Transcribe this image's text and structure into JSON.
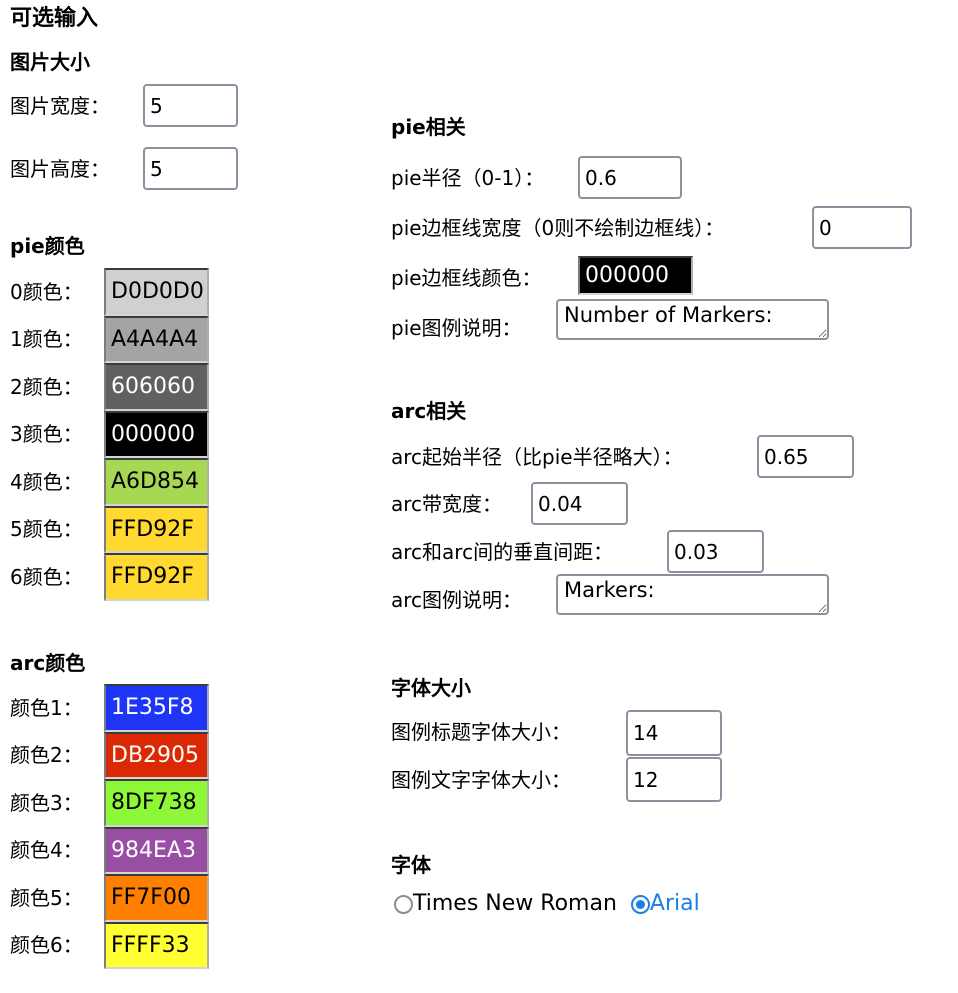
{
  "page": {
    "title": "可选输入"
  },
  "image_size": {
    "heading": "图片大小",
    "width": {
      "label": "图片宽度：",
      "value": "5"
    },
    "height": {
      "label": "图片高度：",
      "value": "5"
    }
  },
  "pie_colors": {
    "heading": "pie颜色",
    "items": [
      {
        "label": "0颜色：",
        "value": "D0D0D0",
        "bg": "#D0D0D0",
        "fg": "#000000"
      },
      {
        "label": "1颜色：",
        "value": "A4A4A4",
        "bg": "#A4A4A4",
        "fg": "#000000"
      },
      {
        "label": "2颜色：",
        "value": "606060",
        "bg": "#606060",
        "fg": "#FFFFFF"
      },
      {
        "label": "3颜色：",
        "value": "000000",
        "bg": "#000000",
        "fg": "#FFFFFF"
      },
      {
        "label": "4颜色：",
        "value": "A6D854",
        "bg": "#A6D854",
        "fg": "#000000"
      },
      {
        "label": "5颜色：",
        "value": "FFD92F",
        "bg": "#FFD92F",
        "fg": "#000000"
      },
      {
        "label": "6颜色：",
        "value": "FFD92F",
        "bg": "#FFD92F",
        "fg": "#000000"
      }
    ]
  },
  "arc_colors": {
    "heading": "arc颜色",
    "items": [
      {
        "label": "颜色1：",
        "value": "1E35F8",
        "bg": "#1E35F8",
        "fg": "#FFFFFF"
      },
      {
        "label": "颜色2：",
        "value": "DB2905",
        "bg": "#DB2905",
        "fg": "#FFFFFF"
      },
      {
        "label": "颜色3：",
        "value": "8DF738",
        "bg": "#8DF738",
        "fg": "#000000"
      },
      {
        "label": "颜色4：",
        "value": "984EA3",
        "bg": "#984EA3",
        "fg": "#FFFFFF"
      },
      {
        "label": "颜色5：",
        "value": "FF7F00",
        "bg": "#FF7F00",
        "fg": "#000000"
      },
      {
        "label": "颜色6：",
        "value": "FFFF33",
        "bg": "#FFFF33",
        "fg": "#000000"
      }
    ]
  },
  "pie_section": {
    "heading": "pie相关",
    "radius": {
      "label": "pie半径（0-1）：",
      "value": "0.6"
    },
    "border_width": {
      "label": "pie边框线宽度（0则不绘制边框线）：",
      "value": "0"
    },
    "border_color": {
      "label": "pie边框线颜色：",
      "value": "000000",
      "bg": "#000000",
      "fg": "#FFFFFF"
    },
    "legend_caption": {
      "label": "pie图例说明：",
      "value": "Number of Markers:"
    }
  },
  "arc_section": {
    "heading": "arc相关",
    "start_radius": {
      "label": "arc起始半径（比pie半径略大）：",
      "value": "0.65"
    },
    "band_width": {
      "label": "arc带宽度：",
      "value": "0.04"
    },
    "gap": {
      "label": "arc和arc间的垂直间距：",
      "value": "0.03"
    },
    "legend_caption": {
      "label": "arc图例说明：",
      "value": "Markers:"
    }
  },
  "font_size_section": {
    "heading": "字体大小",
    "legend_title_size": {
      "label": "图例标题字体大小：",
      "value": "14"
    },
    "legend_text_size": {
      "label": "图例文字字体大小：",
      "value": "12"
    }
  },
  "font_section": {
    "heading": "字体",
    "options": [
      {
        "label": "Times New Roman",
        "selected": false
      },
      {
        "label": "Arial",
        "selected": true
      }
    ],
    "selected_color": "#1a80e5"
  }
}
